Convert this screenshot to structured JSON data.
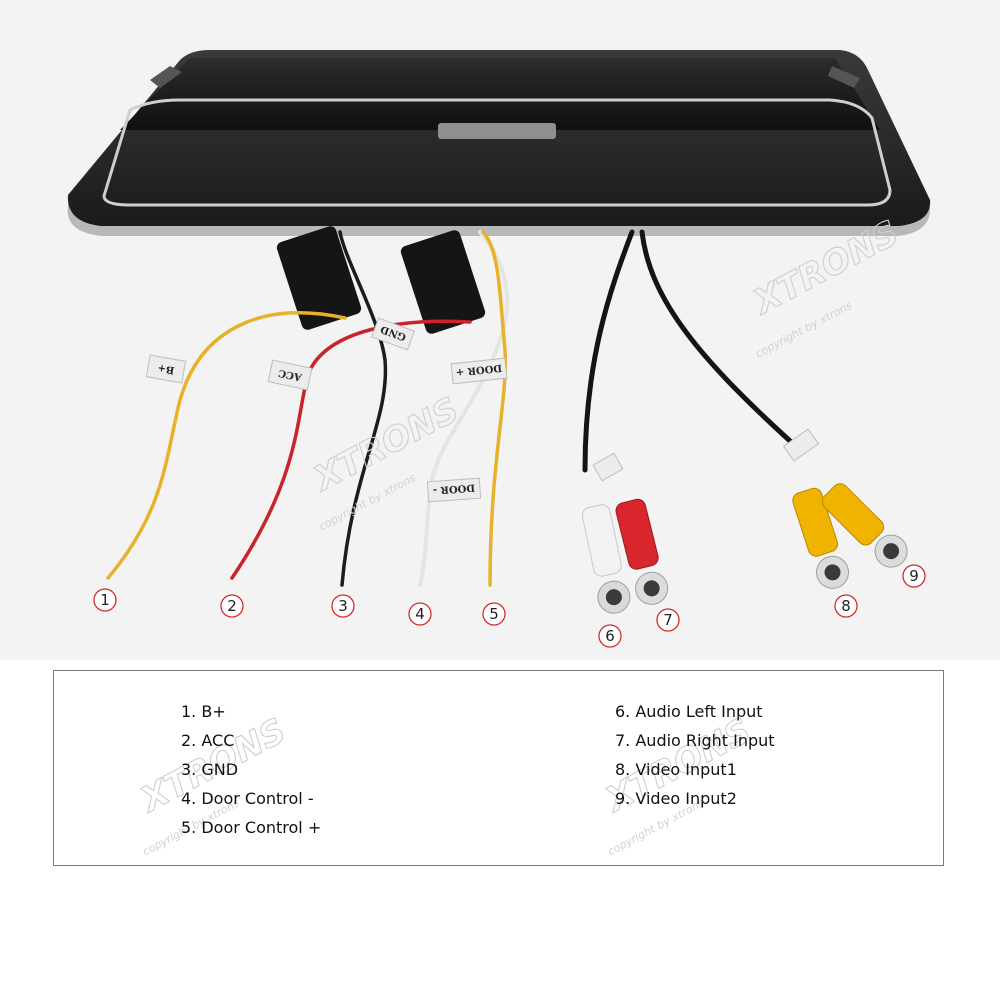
{
  "brand": {
    "watermark": "XTRONS",
    "copyright": "copyright by xtrons"
  },
  "tags": {
    "b_plus": "B+",
    "acc": "ACC",
    "gnd": "GND",
    "door_minus": "DOOR -",
    "door_plus": "DOOR +"
  },
  "callouts": [
    "1",
    "2",
    "3",
    "4",
    "5",
    "6",
    "7",
    "8",
    "9"
  ],
  "legend": {
    "left": [
      "1. B+",
      "2. ACC",
      "3. GND",
      "4. Door Control -",
      "5. Door Control +"
    ],
    "right": [
      "6. Audio Left Input",
      "7. Audio Right Input",
      "8. Video Input1",
      "9. Video Input2"
    ]
  },
  "colors": {
    "wire_yellow": "#e8b12a",
    "wire_red": "#c8242a",
    "wire_black": "#1c1c1c",
    "wire_white": "#ececec",
    "rca_red": "#d8262c",
    "rca_white": "#f2f2f2",
    "rca_yellow": "#f0b400",
    "callout_ring": "#d42a2a"
  }
}
